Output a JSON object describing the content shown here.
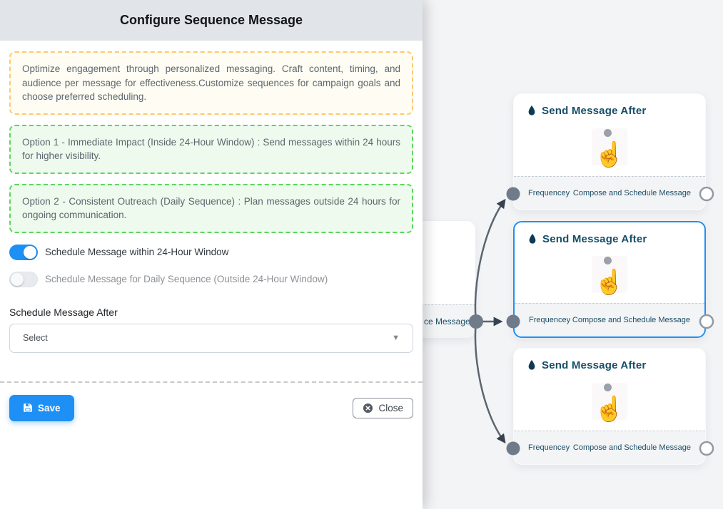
{
  "modal": {
    "title": "Configure Sequence Message",
    "description": "Optimize engagement through personalized messaging. Craft content, timing, and audience per message for effectiveness.Customize sequences for campaign goals and choose preferred scheduling.",
    "options": [
      {
        "text": "Option 1 - Immediate Impact (Inside 24-Hour Window) : Send messages within 24 hours for higher visibility."
      },
      {
        "text": "Option 2 - Consistent Outreach (Daily Sequence) : Plan messages outside 24 hours for ongoing communication."
      }
    ],
    "toggles": [
      {
        "label": "Schedule Message within 24-Hour Window",
        "state": "on"
      },
      {
        "label": "Schedule Message for Daily Sequence (Outside 24-Hour Window)",
        "state": "off"
      }
    ],
    "schedule_after_label": "Schedule Message After",
    "select_value": "Select",
    "save_label": "Save",
    "close_label": "Close"
  },
  "flow": {
    "cards": [
      {
        "title": "Send Message After",
        "input_label": "Frequencey",
        "output_label": "Compose and Schedule Message",
        "selected": false
      },
      {
        "title": "Send Message After",
        "input_label": "Frequencey",
        "output_label": "Compose and Schedule Message",
        "selected": true
      },
      {
        "title": "Send Message After",
        "input_label": "Frequencey",
        "output_label": "Compose and Schedule Message",
        "selected": false
      }
    ],
    "partial_card_label": "ce Message"
  },
  "colors": {
    "accent_blue": "#1e90f5",
    "warning_border": "#ffc96d",
    "warning_bg": "#fffdf3",
    "success_border": "#5ed65e",
    "success_bg": "#edfaed",
    "edge_gray": "#5a6570",
    "node_gray": "#6f7b89",
    "card_title_navy": "#164e68",
    "header_bg": "#e1e5e9"
  }
}
